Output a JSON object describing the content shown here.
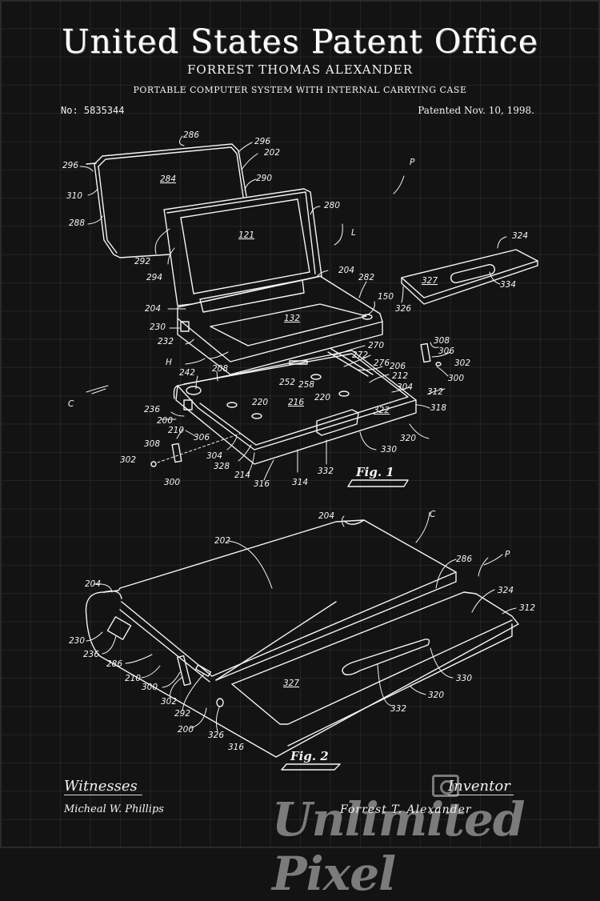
{
  "header": {
    "title": "United States Patent Office",
    "inventor": "FORREST THOMAS ALEXANDER",
    "invention_title": "PORTABLE COMPUTER SYSTEM WITH INTERNAL CARRYING CASE",
    "patent_number": "No: 5835344",
    "patent_date": "Patented Nov. 10, 1998."
  },
  "figures": [
    {
      "caption": "Fig. 1",
      "labels": [
        "286",
        "296",
        "202",
        "296",
        "284",
        "290",
        "310",
        "288",
        "121",
        "280",
        "292",
        "294",
        "P",
        "L",
        "204",
        "282",
        "150",
        "324",
        "204",
        "132",
        "327",
        "334",
        "326",
        "230",
        "232",
        "270",
        "272",
        "308",
        "306",
        "302",
        "H",
        "242",
        "208",
        "252",
        "258",
        "276",
        "206",
        "212",
        "304",
        "300",
        "312",
        "C",
        "220",
        "216",
        "220",
        "322",
        "318",
        "236",
        "200",
        "210",
        "320",
        "306",
        "308",
        "330",
        "302",
        "304",
        "328",
        "214",
        "316",
        "314",
        "332",
        "300"
      ]
    },
    {
      "caption": "Fig. 2",
      "labels": [
        "204",
        "C",
        "202",
        "286",
        "P",
        "204",
        "324",
        "312",
        "230",
        "236",
        "286",
        "327",
        "330",
        "210",
        "300",
        "302",
        "292",
        "320",
        "332",
        "200",
        "326",
        "316"
      ]
    }
  ],
  "footer": {
    "witnesses_heading": "Witnesses",
    "witness_name": "Micheal W. Phillips",
    "inventor_heading": "Inventor",
    "inventor_signature": "Forrest T. Alexander",
    "watermark": "Unlimited Pixel",
    "watermark_icon": "camera-icon"
  },
  "colors": {
    "background": "#131313",
    "ink": "#f4f4f4",
    "watermark": "#969696"
  }
}
